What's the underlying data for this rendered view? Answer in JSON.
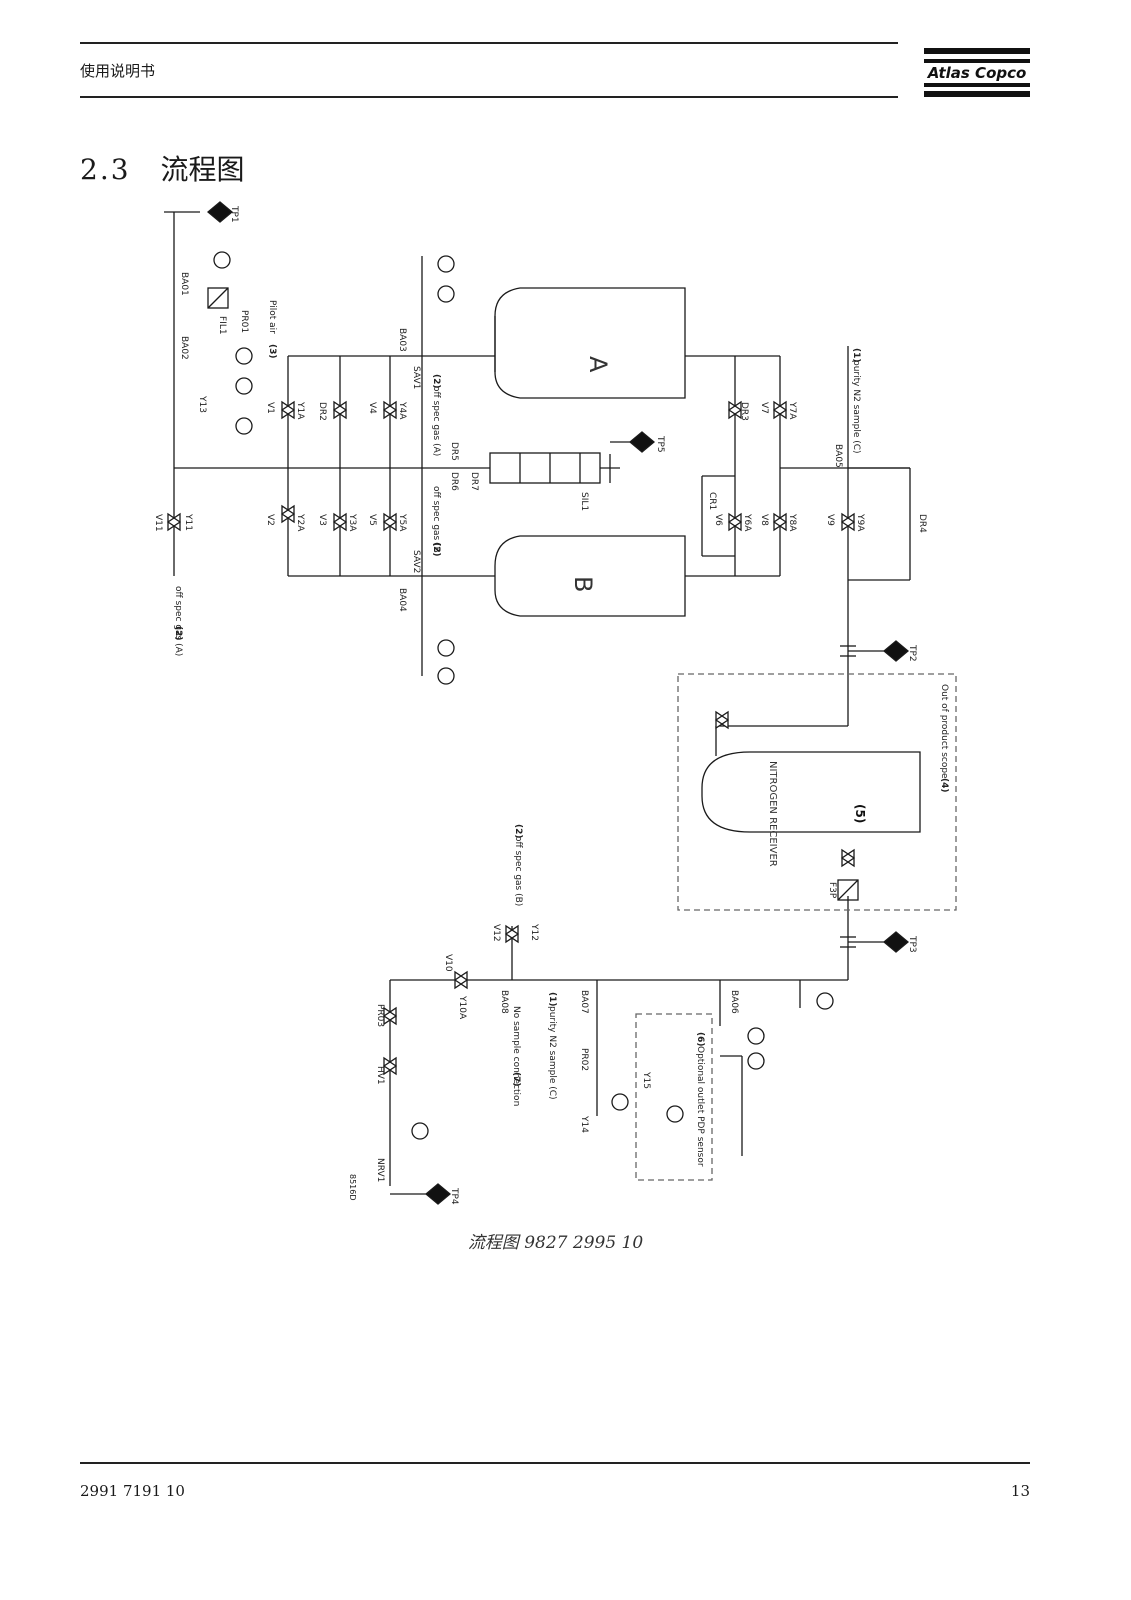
{
  "header": {
    "title": "使用说明书",
    "logo_text": "Atlas Copco"
  },
  "section": {
    "number": "2.3",
    "title": "流程图"
  },
  "diagram": {
    "vessels": {
      "tower_a": "A",
      "tower_b": "B",
      "receiver": "NITROGEN RECEIVER",
      "receiver_note": "(5)"
    },
    "valves": {
      "v1": "V1",
      "v2": "V2",
      "v3": "V3",
      "v4": "V4",
      "v5": "V5",
      "v6": "V6",
      "v7": "V7",
      "v8": "V8",
      "v9": "V9",
      "v10": "V10",
      "v11": "V11",
      "v12": "V12",
      "y1a": "Y1A",
      "y2a": "Y2A",
      "y3a": "Y3A",
      "y4a": "Y4A",
      "y5a": "Y5A",
      "y6a": "Y6A",
      "y7a": "Y7A",
      "y8a": "Y8A",
      "y9a": "Y9A",
      "y10a": "Y10A",
      "y11": "Y11",
      "y12": "Y12",
      "y13": "Y13",
      "y14": "Y14",
      "y15": "Y15"
    },
    "components": {
      "ba01": "BA01",
      "ba02": "BA02",
      "ba03": "BA03",
      "ba04": "BA04",
      "ba05": "BA05",
      "ba06": "BA06",
      "ba07": "BA07",
      "ba08": "BA08",
      "dr2": "DR2",
      "dr3": "DR3",
      "dr4": "DR4",
      "dr5": "DR5",
      "dr6": "DR6",
      "dr7": "DR7",
      "cr1": "CR1",
      "sav1": "SAV1",
      "sav2": "SAV2",
      "sil1": "SIL1",
      "fil1": "FIL1",
      "pr01": "PR01",
      "pr02": "PR02",
      "pr03": "PR03",
      "hv1": "HV1",
      "nrv1": "NRV1",
      "f3p": "F3P"
    },
    "test_points": {
      "tp1": "TP1",
      "tp2": "TP2",
      "tp3": "TP3",
      "tp4": "TP4",
      "tp5": "TP5"
    },
    "notes": {
      "pilot_air": "Pilot air",
      "pilot_air_ref": "(3)",
      "off_spec_a": "off spec gas (A)",
      "off_spec_a_ref": "(2)",
      "off_spec_b": "off spec gas (B)",
      "off_spec_b_ref": "(2)",
      "off_spec_bottom_a": "off spec gas (A)",
      "off_spec_bottom_a_ref": "(2)",
      "off_spec_bot": "off spec gas (B)",
      "off_spec_bot_ref": "(2)",
      "purity_sample_1": "purity N2 sample (C)",
      "purity_sample_1_ref": "(1)",
      "purity_sample_2": "purity N2 sample (C)",
      "purity_sample_2_ref": "(1)",
      "no_sample": "No sample connection",
      "no_sample_ref": "(7)",
      "optional_sensor": "Optional outlet PDP sensor",
      "optional_sensor_ref": "(6)",
      "scope_of_supply": "Out of product scope",
      "scope_ref": "(4)",
      "drawing_id": "8516D"
    }
  },
  "caption": "流程图 9827 2995 10",
  "footer": {
    "doc_number": "2991 7191 10",
    "page_number": "13"
  }
}
